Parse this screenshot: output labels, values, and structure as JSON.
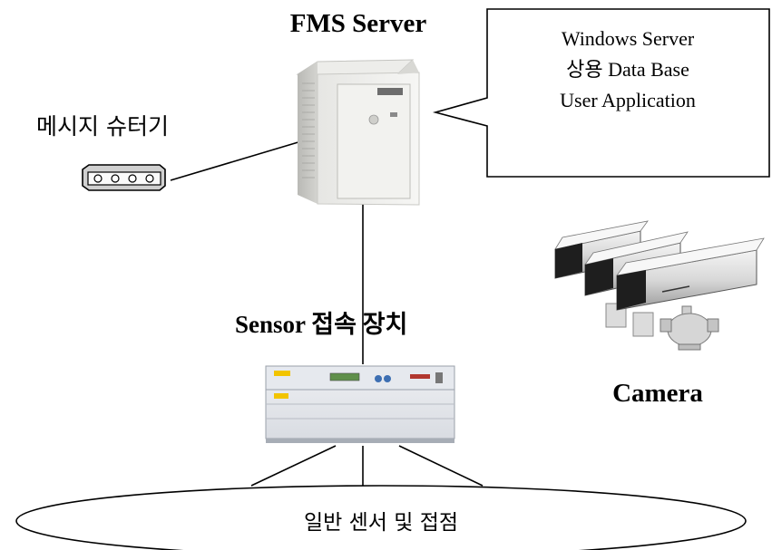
{
  "server": {
    "title": "FMS Server",
    "callout_lines": [
      "Windows Server",
      "상용 Data Base",
      "User Application"
    ]
  },
  "message_shooter": {
    "label": "메시지 슈터기"
  },
  "sensor_device": {
    "label": "Sensor 접속 장치"
  },
  "camera": {
    "label": "Camera"
  },
  "field": {
    "label": "일반 센서 및 접점"
  }
}
